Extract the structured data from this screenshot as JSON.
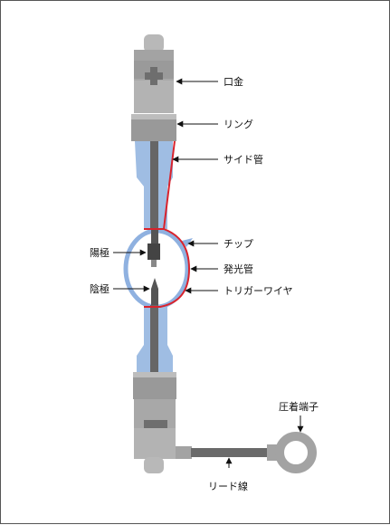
{
  "labels": {
    "cap": "口金",
    "ring": "リング",
    "side_tube": "サイド管",
    "tip": "チップ",
    "bulb": "発光管",
    "trigger_wire": "トリガーワイヤ",
    "anode": "陽極",
    "cathode": "陰極",
    "crimp_terminal": "圧着端子",
    "lead_wire": "リード線"
  },
  "colors": {
    "metal_light": "#b8b8b8",
    "metal_dark": "#8c8c8c",
    "metal_mid": "#a3a3a3",
    "glass": "#9fbde3",
    "glass_dark": "#7fa3d4",
    "rod": "#555555",
    "trigger": "#d9232d",
    "arrow": "#111111",
    "frame_border": "#555555"
  }
}
